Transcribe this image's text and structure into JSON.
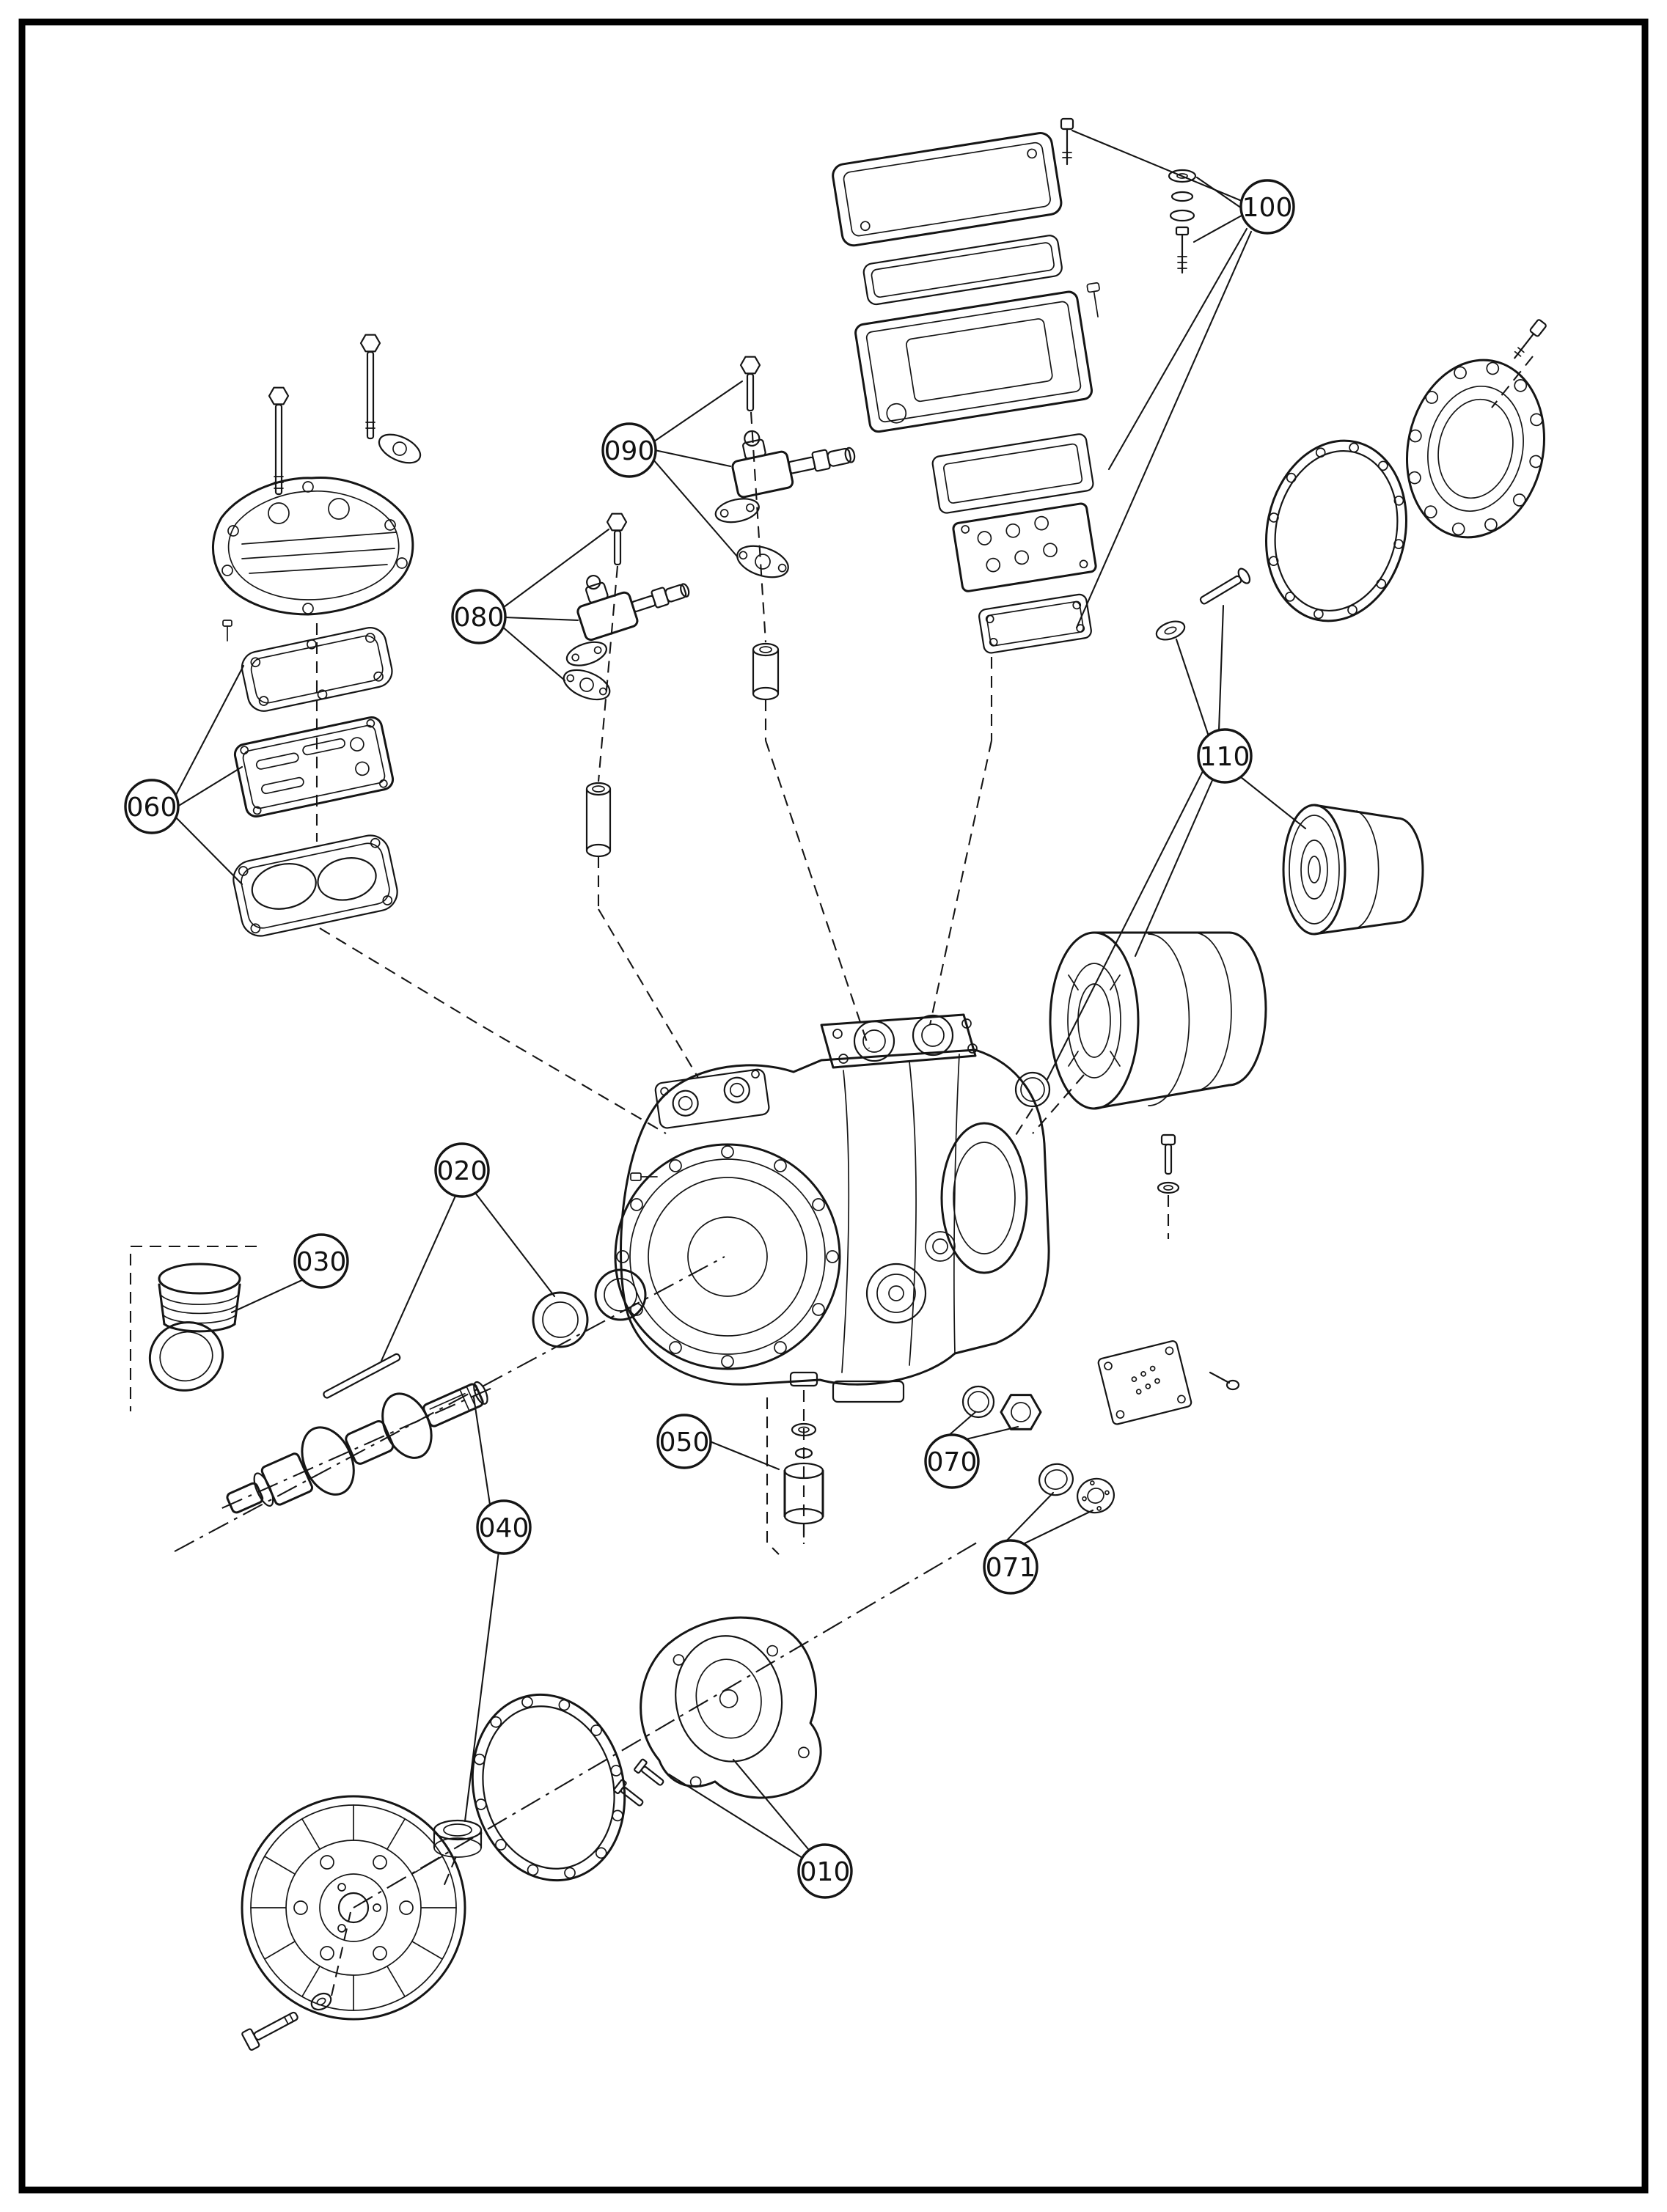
{
  "figure": {
    "kind": "exploded-parts-diagram",
    "background": "#ffffff",
    "line_color": "#151515",
    "border_color": "#000000"
  },
  "callouts": [
    {
      "id": "010",
      "label": "010"
    },
    {
      "id": "020",
      "label": "020"
    },
    {
      "id": "030",
      "label": "030"
    },
    {
      "id": "040",
      "label": "040"
    },
    {
      "id": "050",
      "label": "050"
    },
    {
      "id": "060",
      "label": "060"
    },
    {
      "id": "070",
      "label": "070"
    },
    {
      "id": "071",
      "label": "071"
    },
    {
      "id": "080",
      "label": "080"
    },
    {
      "id": "090",
      "label": "090"
    },
    {
      "id": "100",
      "label": "100"
    },
    {
      "id": "110",
      "label": "110"
    }
  ]
}
